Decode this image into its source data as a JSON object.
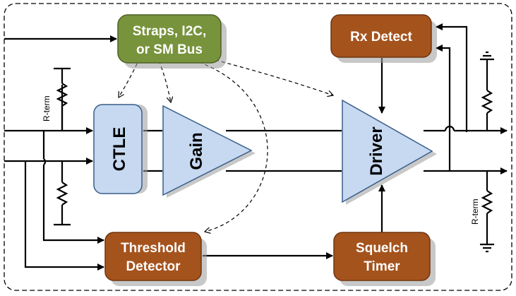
{
  "blocks": {
    "bus": {
      "line1": "Straps, I2C,",
      "line2": "or SM Bus",
      "color": "#77933c"
    },
    "rx_detect": {
      "label": "Rx Detect",
      "color": "#a5531c"
    },
    "ctle": {
      "label": "CTLE",
      "color": "#c6d9f1"
    },
    "gain": {
      "label": "Gain",
      "color": "#c6d9f1"
    },
    "driver": {
      "label": "Driver",
      "color": "#c6d9f1"
    },
    "threshold": {
      "line1": "Threshold",
      "line2": "Detector",
      "color": "#a5531c"
    },
    "squelch": {
      "line1": "Squelch",
      "line2": "Timer",
      "color": "#a5531c"
    }
  },
  "rterm_input": "R-term",
  "rterm_output": "R-term"
}
